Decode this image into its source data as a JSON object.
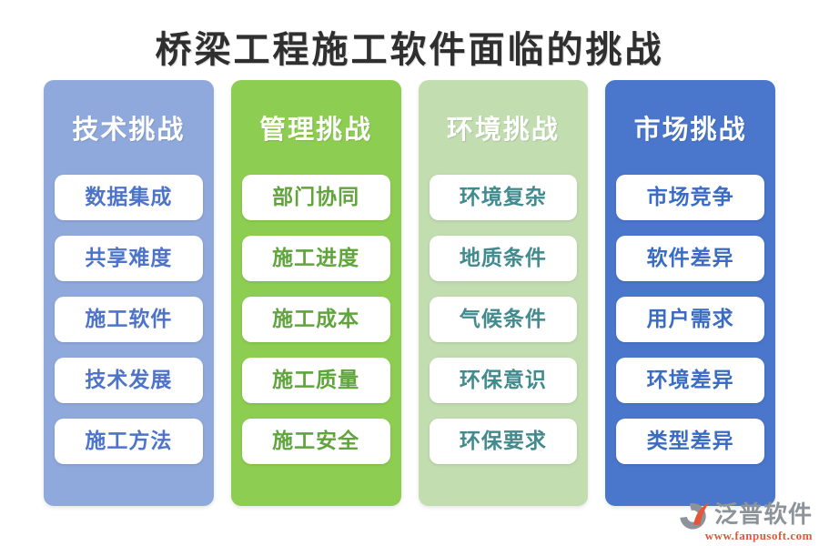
{
  "title": "桥梁工程施工软件面临的挑战",
  "title_color": "#2f2f2f",
  "header_text_color": "#ffffff",
  "columns": [
    {
      "header": "技术挑战",
      "bg": "#8fa9dc",
      "item_text_color": "#4d74c9",
      "items": [
        "数据集成",
        "共享难度",
        "施工软件",
        "技术发展",
        "施工方法"
      ]
    },
    {
      "header": "管理挑战",
      "bg": "#8dce52",
      "item_text_color": "#5fa53c",
      "items": [
        "部门协同",
        "施工进度",
        "施工成本",
        "施工质量",
        "施工安全"
      ]
    },
    {
      "header": "环境挑战",
      "bg": "#c2deb0",
      "item_text_color": "#418a8d",
      "items": [
        "环境复杂",
        "地质条件",
        "气候条件",
        "环保意识",
        "环保要求"
      ]
    },
    {
      "header": "市场挑战",
      "bg": "#4a76cb",
      "item_text_color": "#3a6cc4",
      "items": [
        "市场竞争",
        "软件差异",
        "用户需求",
        "环境差异",
        "类型差异"
      ]
    }
  ],
  "logo": {
    "icon": "fanpu-sail-icon",
    "name": "泛普软件",
    "name_color": "#8d939b",
    "url": "www.fanpusoft.com",
    "url_color": "#e2573a"
  }
}
